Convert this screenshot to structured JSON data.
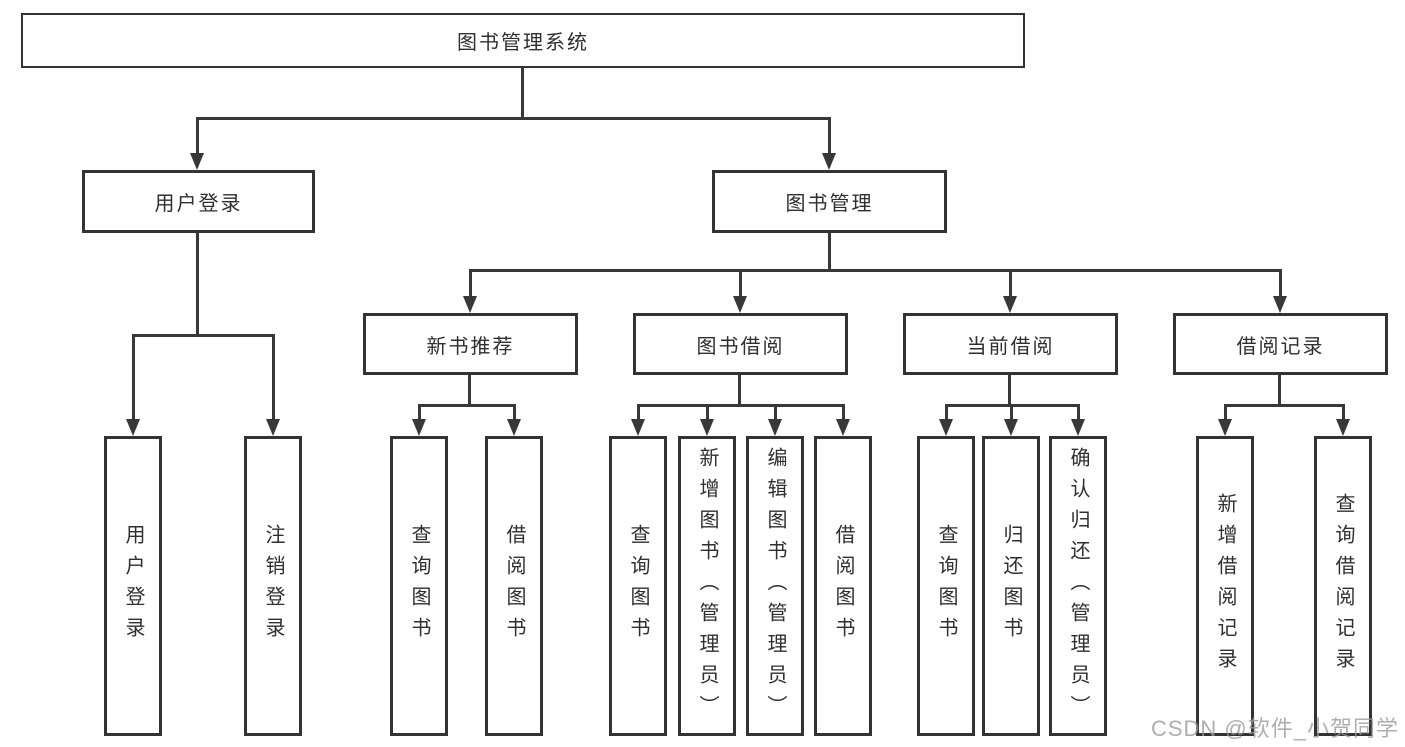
{
  "tree": {
    "label": "图书管理系统",
    "children": [
      {
        "label": "用户登录",
        "children": [
          {
            "label": "用户登录"
          },
          {
            "label": "注销登录"
          }
        ]
      },
      {
        "label": "图书管理",
        "children": [
          {
            "label": "新书推荐",
            "children": [
              {
                "label": "查询图书"
              },
              {
                "label": "借阅图书"
              }
            ]
          },
          {
            "label": "图书借阅",
            "children": [
              {
                "label": "查询图书"
              },
              {
                "label": "新增图书（管理员）"
              },
              {
                "label": "编辑图书（管理员）"
              },
              {
                "label": "借阅图书"
              }
            ]
          },
          {
            "label": "当前借阅",
            "children": [
              {
                "label": "查询图书"
              },
              {
                "label": "归还图书"
              },
              {
                "label": "确认归还（管理员）"
              }
            ]
          },
          {
            "label": "借阅记录",
            "children": [
              {
                "label": "新增借阅记录"
              },
              {
                "label": "查询借阅记录"
              }
            ]
          }
        ]
      }
    ]
  },
  "watermark": {
    "text": "CSDN @软件_小贺同学"
  },
  "colors": {
    "line": "#383838",
    "box_border": "#333333",
    "box_fill": "#ffffff",
    "text": "#2f2f2f",
    "watermark": "#9a9a9a"
  }
}
